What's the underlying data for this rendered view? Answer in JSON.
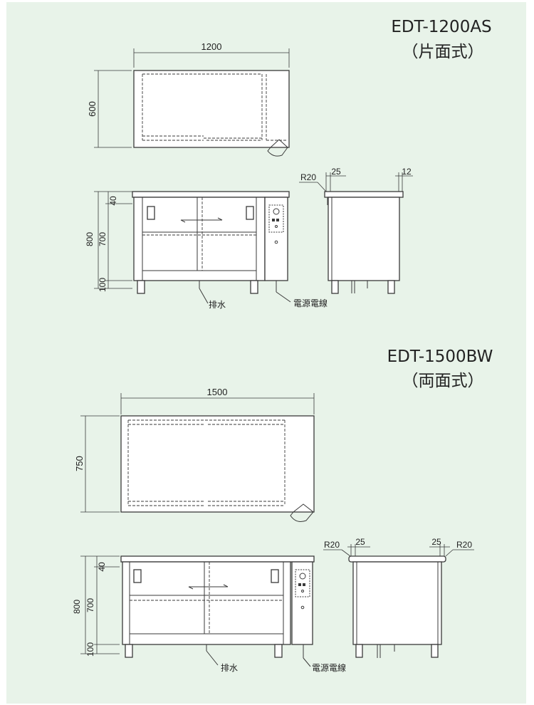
{
  "colors": {
    "background": "#e8f3e9",
    "line": "#3a3a3a",
    "body_fill": "#ffffff"
  },
  "units": {
    "top": {
      "model": "EDT-1200AS",
      "type": "（片面式）",
      "width": "1200",
      "depth": "600",
      "height": "800",
      "top_thickness": "40",
      "body_height": "700",
      "leg_height": "100",
      "front_radius": "R20",
      "front_overhang": "25",
      "back_overhang": "12",
      "drain_label": "排水",
      "power_label": "電源電線"
    },
    "bottom": {
      "model": "EDT-1500BW",
      "type": "（両面式）",
      "width": "1500",
      "depth": "750",
      "height": "800",
      "top_thickness": "40",
      "body_height": "700",
      "leg_height": "100",
      "front_radius": "R20",
      "front_overhang": "25",
      "back_overhang": "25",
      "back_radius": "R20",
      "drain_label": "排水",
      "power_label": "電源電線"
    }
  }
}
